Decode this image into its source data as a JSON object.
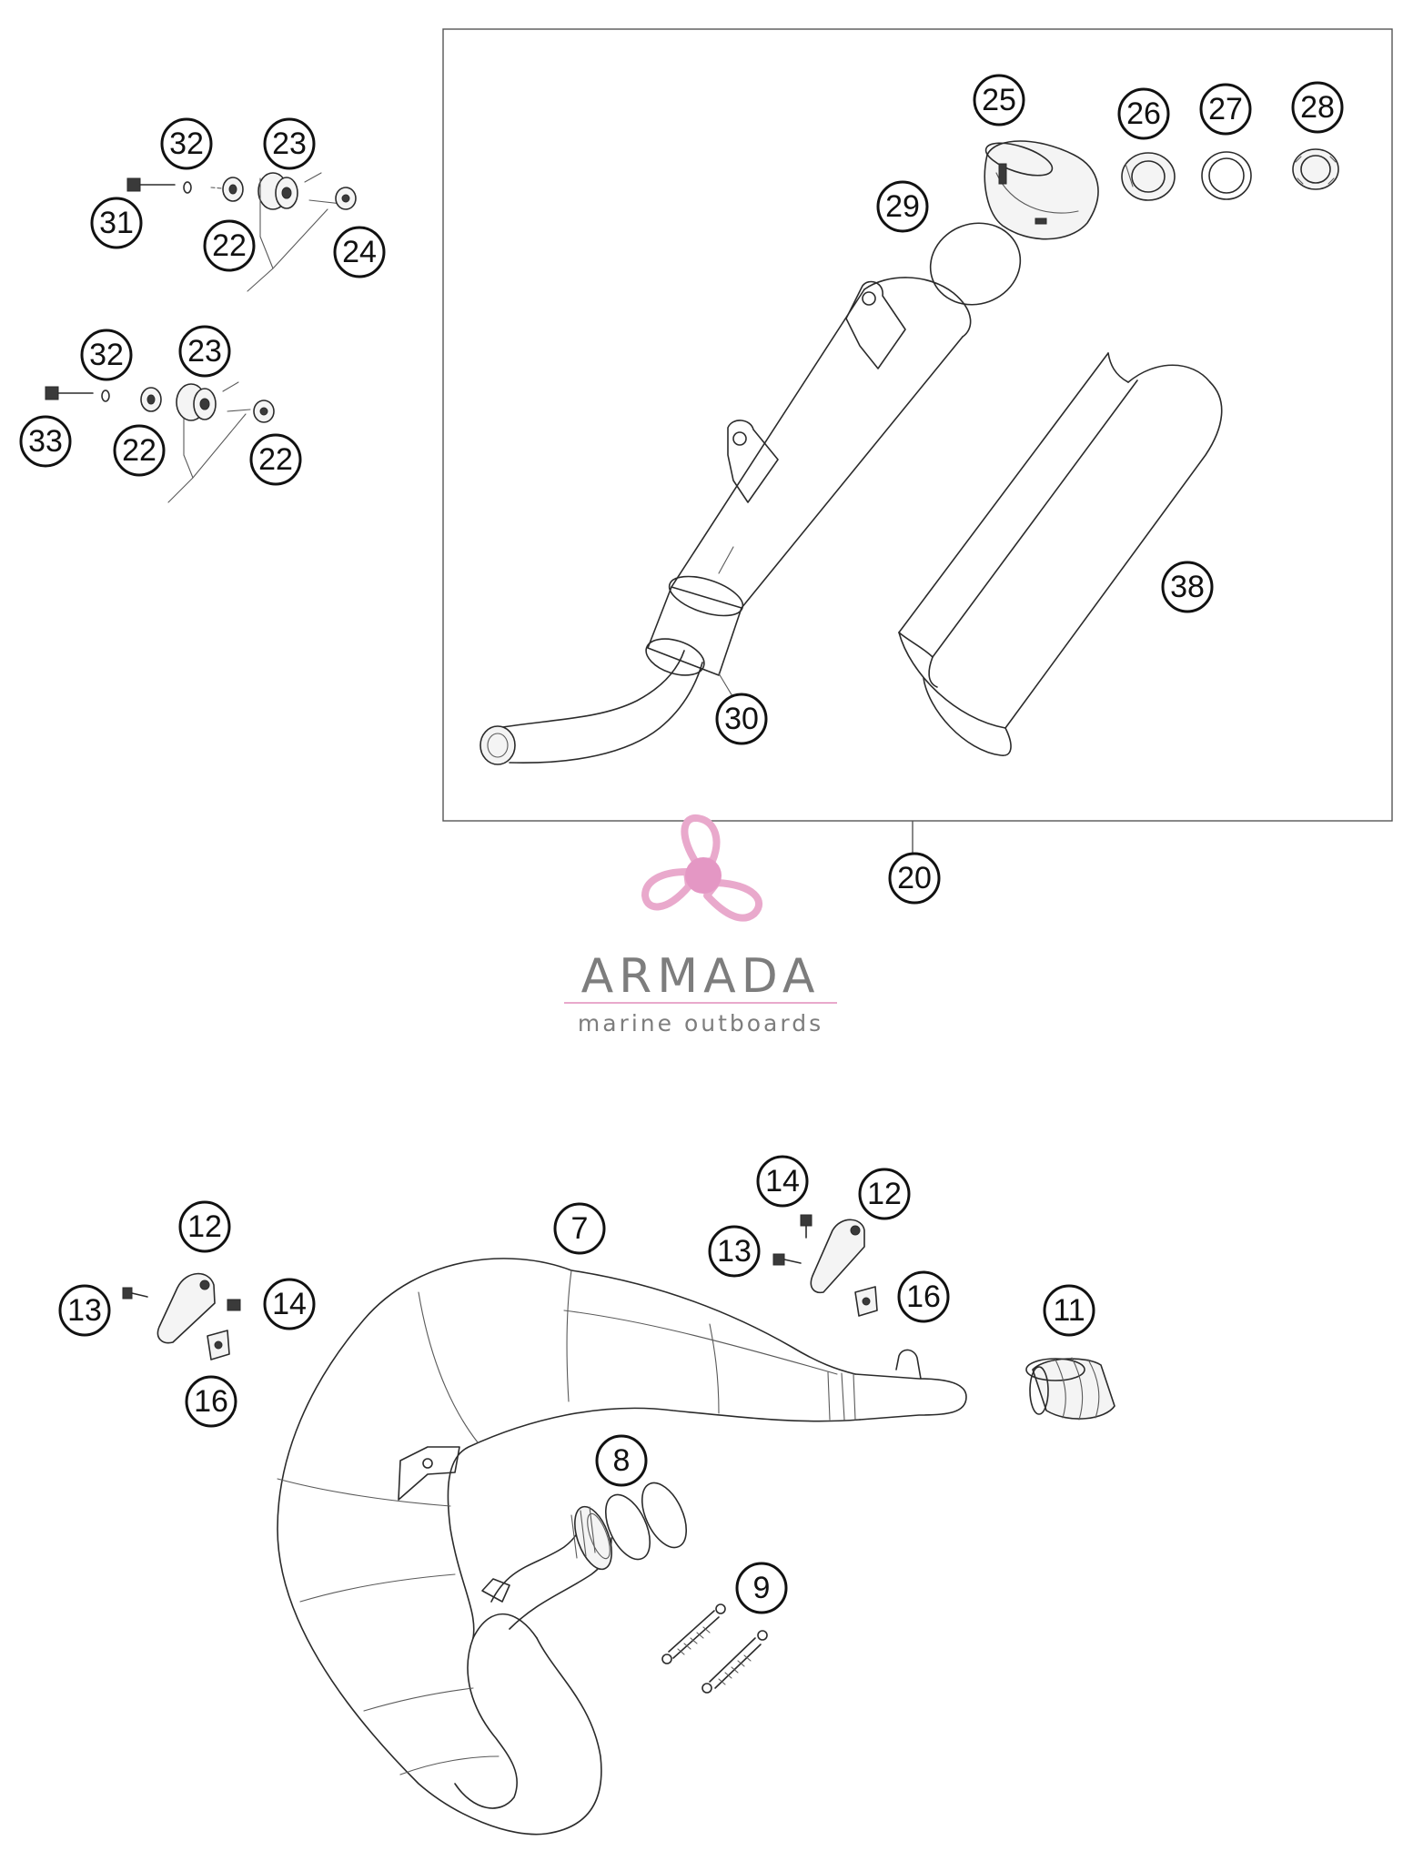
{
  "brand": {
    "name": "ARMADA",
    "tagline": "marine outboards",
    "colors": {
      "logo": "#e9a9cc",
      "logo_center": "#e497c4",
      "text": "#7d7d7d",
      "rule": "#e9a9cc"
    }
  },
  "callouts": {
    "c32a": "32",
    "c23a": "23",
    "c31": "31",
    "c22a": "22",
    "c24": "24",
    "c32b": "32",
    "c23b": "23",
    "c33": "33",
    "c22b": "22",
    "c22c": "22",
    "c25": "25",
    "c26": "26",
    "c27": "27",
    "c28": "28",
    "c29": "29",
    "c30": "30",
    "c38": "38",
    "c20": "20",
    "c14a": "14",
    "c12a": "12",
    "c7": "7",
    "c12b": "12",
    "c13a": "13",
    "c13b": "13",
    "c14b": "14",
    "c16a": "16",
    "c16b": "16",
    "c11": "11",
    "c8": "8",
    "c9": "9"
  }
}
